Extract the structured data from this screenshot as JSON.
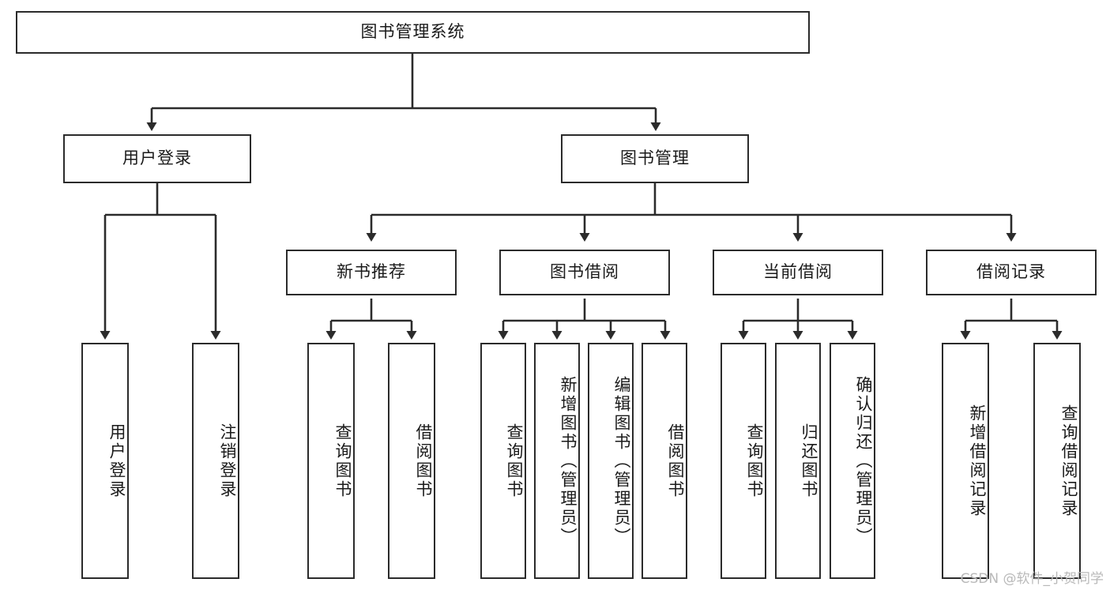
{
  "diagram": {
    "title": "图书管理系统",
    "type": "tree-hierarchy",
    "watermark": "CSDN @软件_小贺同学",
    "colors": {
      "box_border": "#2b2b2b",
      "box_fill": "#ffffff",
      "connector": "#2b2b2b",
      "text": "#1a1a1a",
      "watermark": "#b9b9b9"
    },
    "root": {
      "label": "图书管理系统"
    },
    "level2": [
      {
        "id": "user-login",
        "label": "用户登录"
      },
      {
        "id": "book-management",
        "label": "图书管理"
      }
    ],
    "level3": [
      {
        "id": "new-book-recommend",
        "label": "新书推荐"
      },
      {
        "id": "book-borrow",
        "label": "图书借阅"
      },
      {
        "id": "current-borrow",
        "label": "当前借阅"
      },
      {
        "id": "borrow-record",
        "label": "借阅记录"
      }
    ],
    "leaves": {
      "user-login": [
        {
          "id": "leaf-user-login",
          "label": "用户登录"
        },
        {
          "id": "leaf-user-logout",
          "label": "注销登录"
        }
      ],
      "new-book-recommend": [
        {
          "id": "leaf-query-book-1",
          "label": "查询图书"
        },
        {
          "id": "leaf-borrow-book-1",
          "label": "借阅图书"
        }
      ],
      "book-borrow": [
        {
          "id": "leaf-query-book-2",
          "label": "查询图书"
        },
        {
          "id": "leaf-add-book",
          "label": "新增图书（管理员）"
        },
        {
          "id": "leaf-edit-book",
          "label": "编辑图书（管理员）"
        },
        {
          "id": "leaf-borrow-book-2",
          "label": "借阅图书"
        }
      ],
      "current-borrow": [
        {
          "id": "leaf-query-book-3",
          "label": "查询图书"
        },
        {
          "id": "leaf-return-book",
          "label": "归还图书"
        },
        {
          "id": "leaf-confirm-return",
          "label": "确认归还（管理员）"
        }
      ],
      "borrow-record": [
        {
          "id": "leaf-add-record",
          "label": "新增借阅记录"
        },
        {
          "id": "leaf-query-record",
          "label": "查询借阅记录"
        }
      ]
    }
  }
}
